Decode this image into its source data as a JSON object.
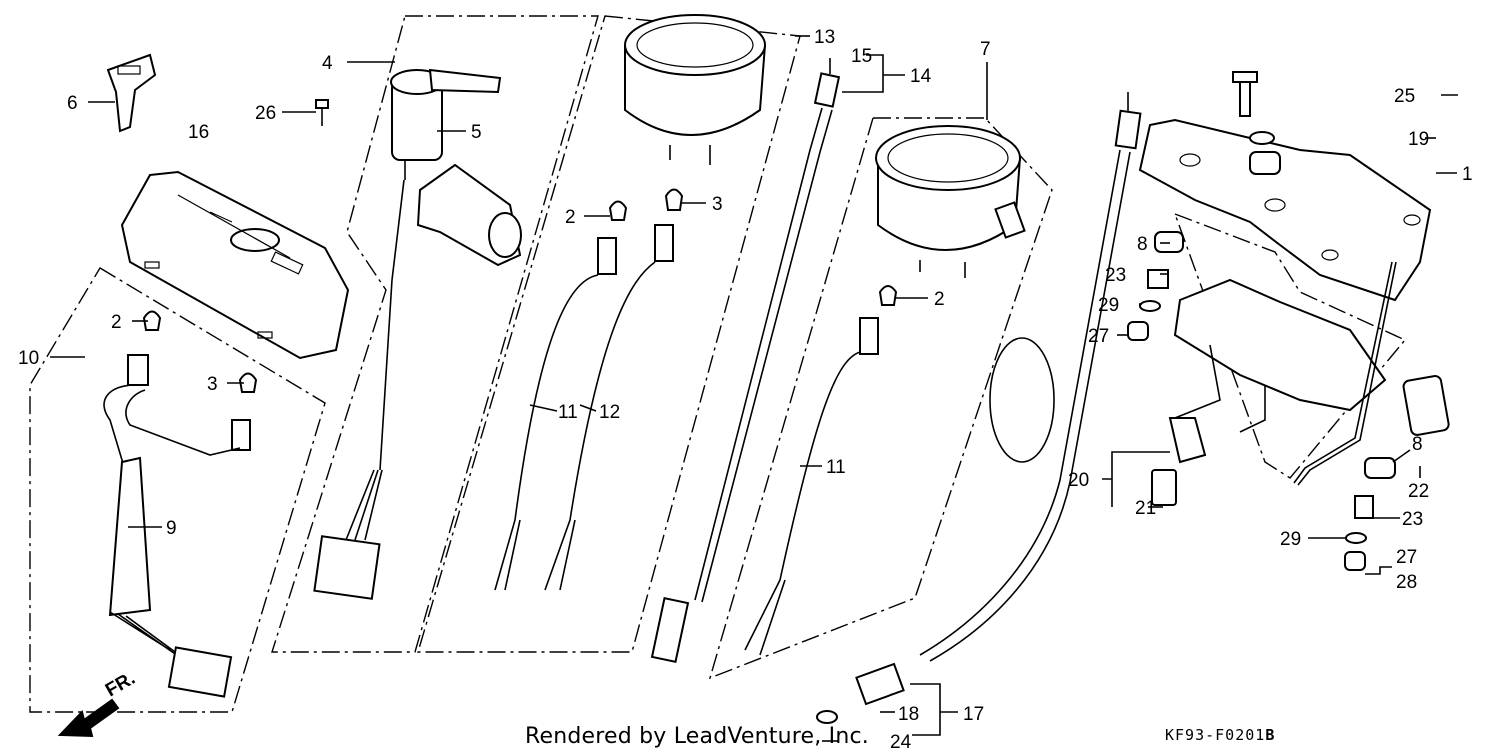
{
  "diagram": {
    "callouts": {
      "c1": "1",
      "c2a": "2",
      "c2b": "2",
      "c2c": "2",
      "c3a": "3",
      "c3b": "3",
      "c4": "4",
      "c5": "5",
      "c6": "6",
      "c7": "7",
      "c8a": "8",
      "c8b": "8",
      "c9": "9",
      "c10": "10",
      "c11a": "11",
      "c11b": "11",
      "c12": "12",
      "c13": "13",
      "c14": "14",
      "c15": "15",
      "c16": "16",
      "c17": "17",
      "c18": "18",
      "c19": "19",
      "c20": "20",
      "c21": "21",
      "c22": "22",
      "c23a": "23",
      "c23b": "23",
      "c24": "24",
      "c25": "25",
      "c26": "26",
      "c27a": "27",
      "c27b": "27",
      "c28": "28",
      "c29a": "29",
      "c29b": "29"
    },
    "direction_label": "FR.",
    "credit": "Rendered by LeadVenture, Inc.",
    "code_prefix": "KF93-F0201",
    "code_suffix": "B"
  }
}
